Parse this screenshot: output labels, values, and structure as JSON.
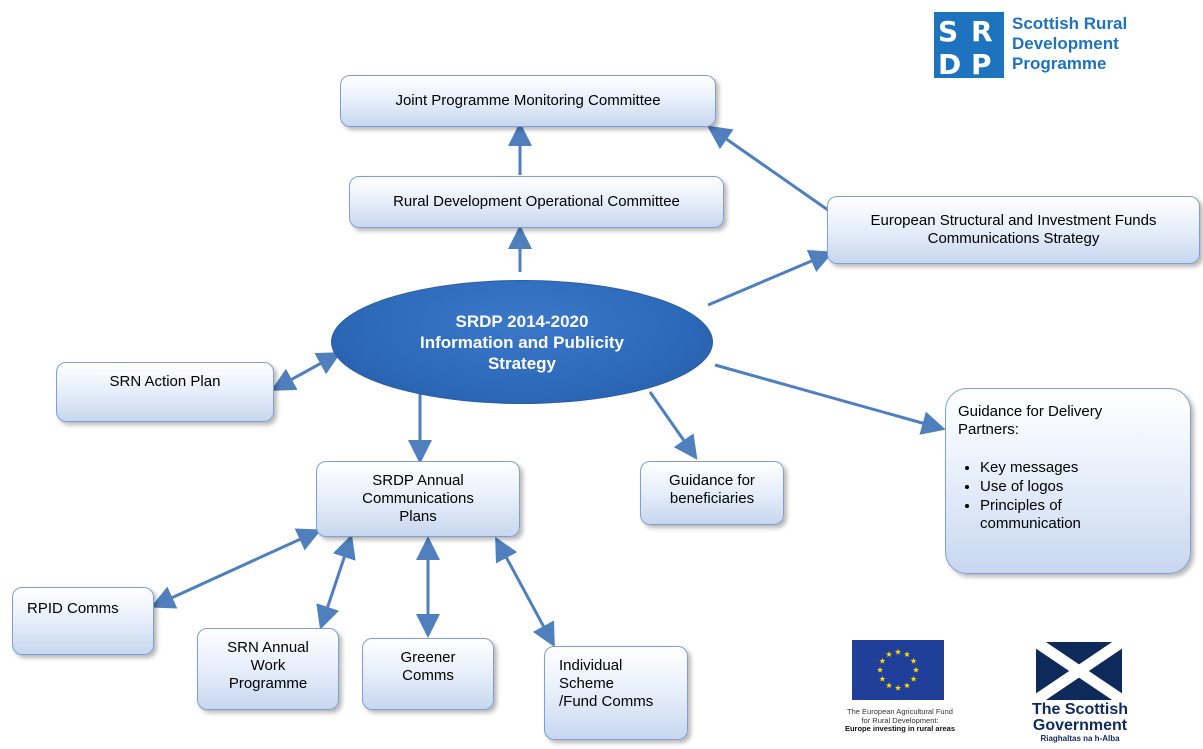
{
  "center": {
    "line1": "SRDP 2014-2020",
    "line2": "Information and Publicity",
    "line3": "Strategy"
  },
  "boxes": {
    "joint_committee": "Joint Programme Monitoring Committee",
    "rural_committee": "Rural Development Operational Committee",
    "esif_strategy": "European Structural and Investment Funds\nCommunications Strategy",
    "srn_action_plan": "SRN Action Plan",
    "annual_plans": "SRDP Annual\nCommunications\nPlans",
    "guidance_beneficiaries": "Guidance for\nbeneficiaries",
    "delivery_partners": {
      "title": "Guidance for Delivery\nPartners:",
      "bullets": [
        "Key messages",
        "Use of logos",
        "Principles of\ncommunication"
      ]
    },
    "rpid_comms": "RPID Comms",
    "srn_work_programme": "SRN Annual\nWork\nProgramme",
    "greener_comms": "Greener\nComms",
    "scheme_comms": "Individual\nScheme\n/Fund Comms"
  },
  "logos": {
    "srdp": {
      "mark_letters": [
        "S",
        "R",
        "D",
        "P"
      ],
      "line1": "Scottish Rural",
      "line2": "Development",
      "line3": "Programme",
      "color": "#1e73be"
    },
    "eu": {
      "caption1": "The European Agricultural Fund",
      "caption2": "for Rural Development:",
      "caption3": "Europe investing in rural areas",
      "flag_color": "#1f3f9a",
      "star_color": "#ffdd00"
    },
    "scottish_government": {
      "line1": "The Scottish",
      "line2": "Government",
      "line3": "Riaghaltas na h-Alba",
      "color": "#0e2a5b"
    }
  },
  "colors": {
    "arrow": "#4f7fbd",
    "ellipse": "#2d69b9",
    "box_border": "#7f9fd3"
  }
}
